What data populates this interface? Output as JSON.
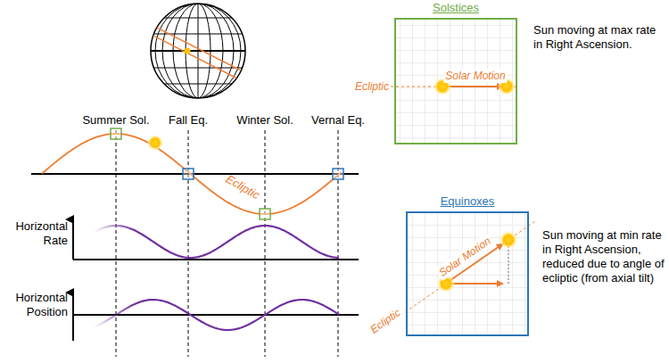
{
  "diagram": {
    "nodes": [
      {
        "text": [
          "Solstices",
          "Solar Motion"
        ]
      },
      {
        "text": [
          "Equinoxes",
          "Solar Motion"
        ]
      }
    ],
    "labels": [
      "Summer Sol.",
      "Fall Eq.",
      "Winter Sol.",
      "Vernal Eq.",
      "Ecliptic",
      "Horizontal Rate",
      "Horizontal Position",
      "Ecliptic",
      "Sun moving at max rate in Right Ascension.",
      "Ecliptic",
      "Sun moving at min rate in Right Ascension, reduced due to angle of ecliptic (from axial tilt)"
    ]
  }
}
